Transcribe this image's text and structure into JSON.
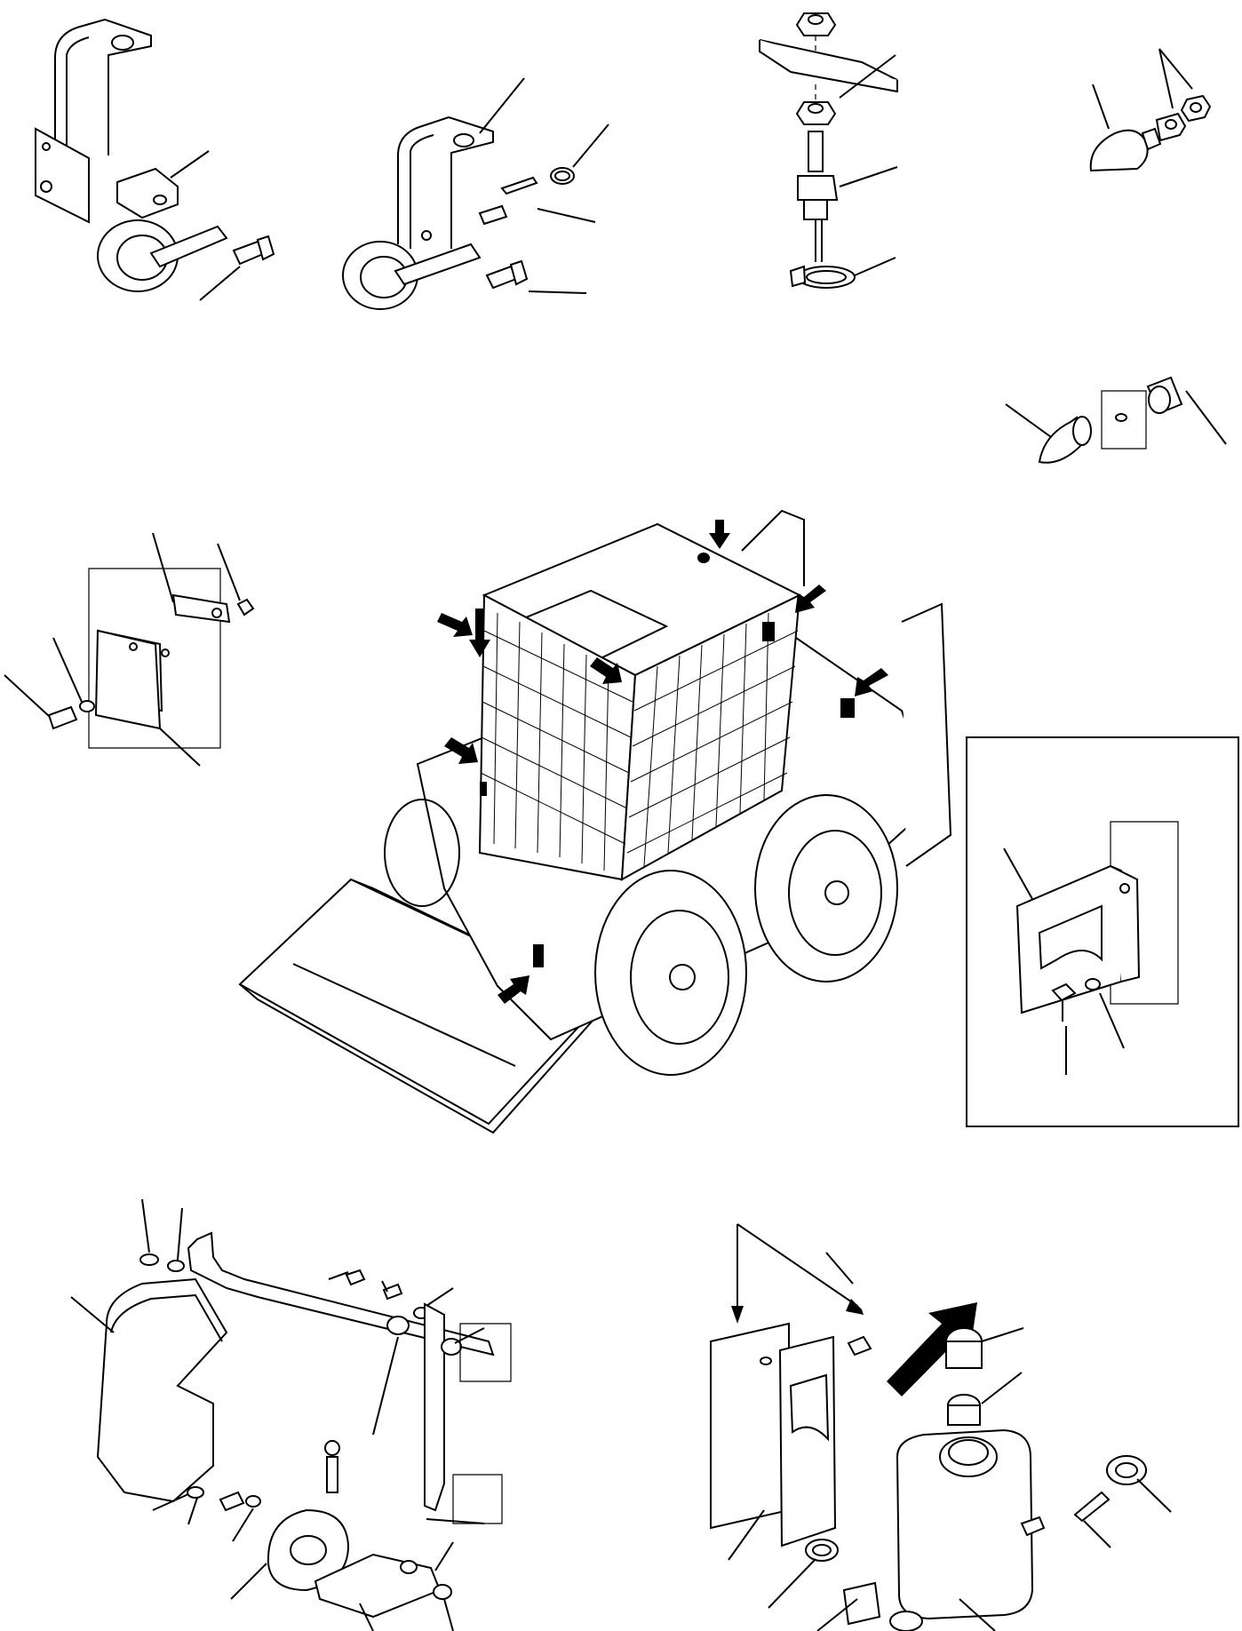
{
  "diagram": {
    "type": "exploded-parts-view",
    "text_labels": [],
    "groups": [
      {
        "id": "horn-bracket-left",
        "callouts": 2
      },
      {
        "id": "horn-bracket-right",
        "callouts": 4
      },
      {
        "id": "pipe-fitting",
        "callouts": 4
      },
      {
        "id": "cone-cap",
        "callouts": 2
      },
      {
        "id": "grommet-plug",
        "callouts": 2
      },
      {
        "id": "plate-mount",
        "callouts": 5
      },
      {
        "id": "machine-overview",
        "markers": 8
      },
      {
        "id": "bracket-inset",
        "callouts": 3
      },
      {
        "id": "beacon-cover-assembly",
        "callouts": 13
      },
      {
        "id": "washer-tank-assembly",
        "callouts": 9
      }
    ]
  }
}
